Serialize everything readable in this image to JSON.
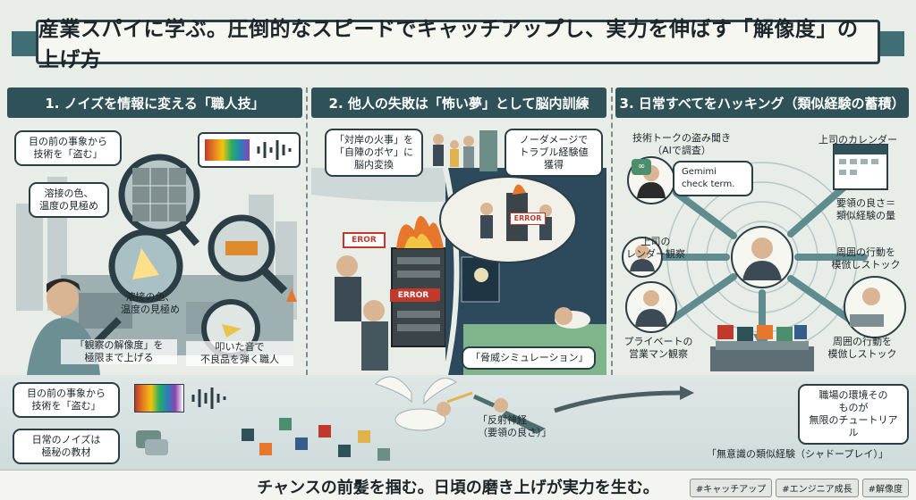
{
  "title": "産業スパイに学ぶ。圧倒的なスピードでキャッチアップし、実力を伸ばす「解像度」の上げ方",
  "sections": [
    {
      "heading": "1. ノイズを情報に変える「職人技」",
      "bubbles": [
        "目の前の事象から\n技術を「盗む」",
        "溶接の色、\n温度の見極め",
        "溶接の色、\n温度の見極め",
        "「観察の解像度」を\n極限まで上げる",
        "叩いた音で\n不良品を弾く職人"
      ],
      "legend": [
        "目の前の事象から\n技術を「盗む」",
        "日常のノイズは\n極秘の教材"
      ]
    },
    {
      "heading": "2. 他人の失敗は「怖い夢」として脳内訓練",
      "bubbles": [
        "「対岸の火事」を\n「自陣のボヤ」に\n脳内変換",
        "ノーダメージで\nトラブル経験値\n獲得",
        "「脅威シミュレーション」"
      ],
      "error_labels": [
        "EROR",
        "ERROR",
        "ERROR"
      ]
    },
    {
      "heading": "3. 日常すべてをハッキング（類似経験の蓄積）",
      "bubbles": [
        "技術トークの盗み聞き\n（AIで調査）",
        "上司のカレンダー",
        "上司の\nレンダー観察",
        "要領の良さ＝\n類似経験の量",
        "周囲の行動を\n模倣しストック",
        "プライベートの\n営業マン観察",
        "周囲の行動を\n模倣しストック",
        "職場の環境その\nものが\n無限のチュートリアル",
        "「無意識の類似経験（シャドープレイ）」"
      ],
      "chat_text": "Gemimi\ncheck term."
    }
  ],
  "middle": {
    "reflex_label": "「反射神経\n（要領の良さ）」"
  },
  "footer": {
    "slogan": "チャンスの前髪を掴む。日頃の磨き上げが実力を生む。",
    "tags": [
      "#キャッチアップ",
      "#エンジニア成長",
      "#解像度"
    ]
  },
  "colors": {
    "header_bg": "#2f5259",
    "accent_orange": "#e8772e",
    "error_red": "#c0392b"
  }
}
